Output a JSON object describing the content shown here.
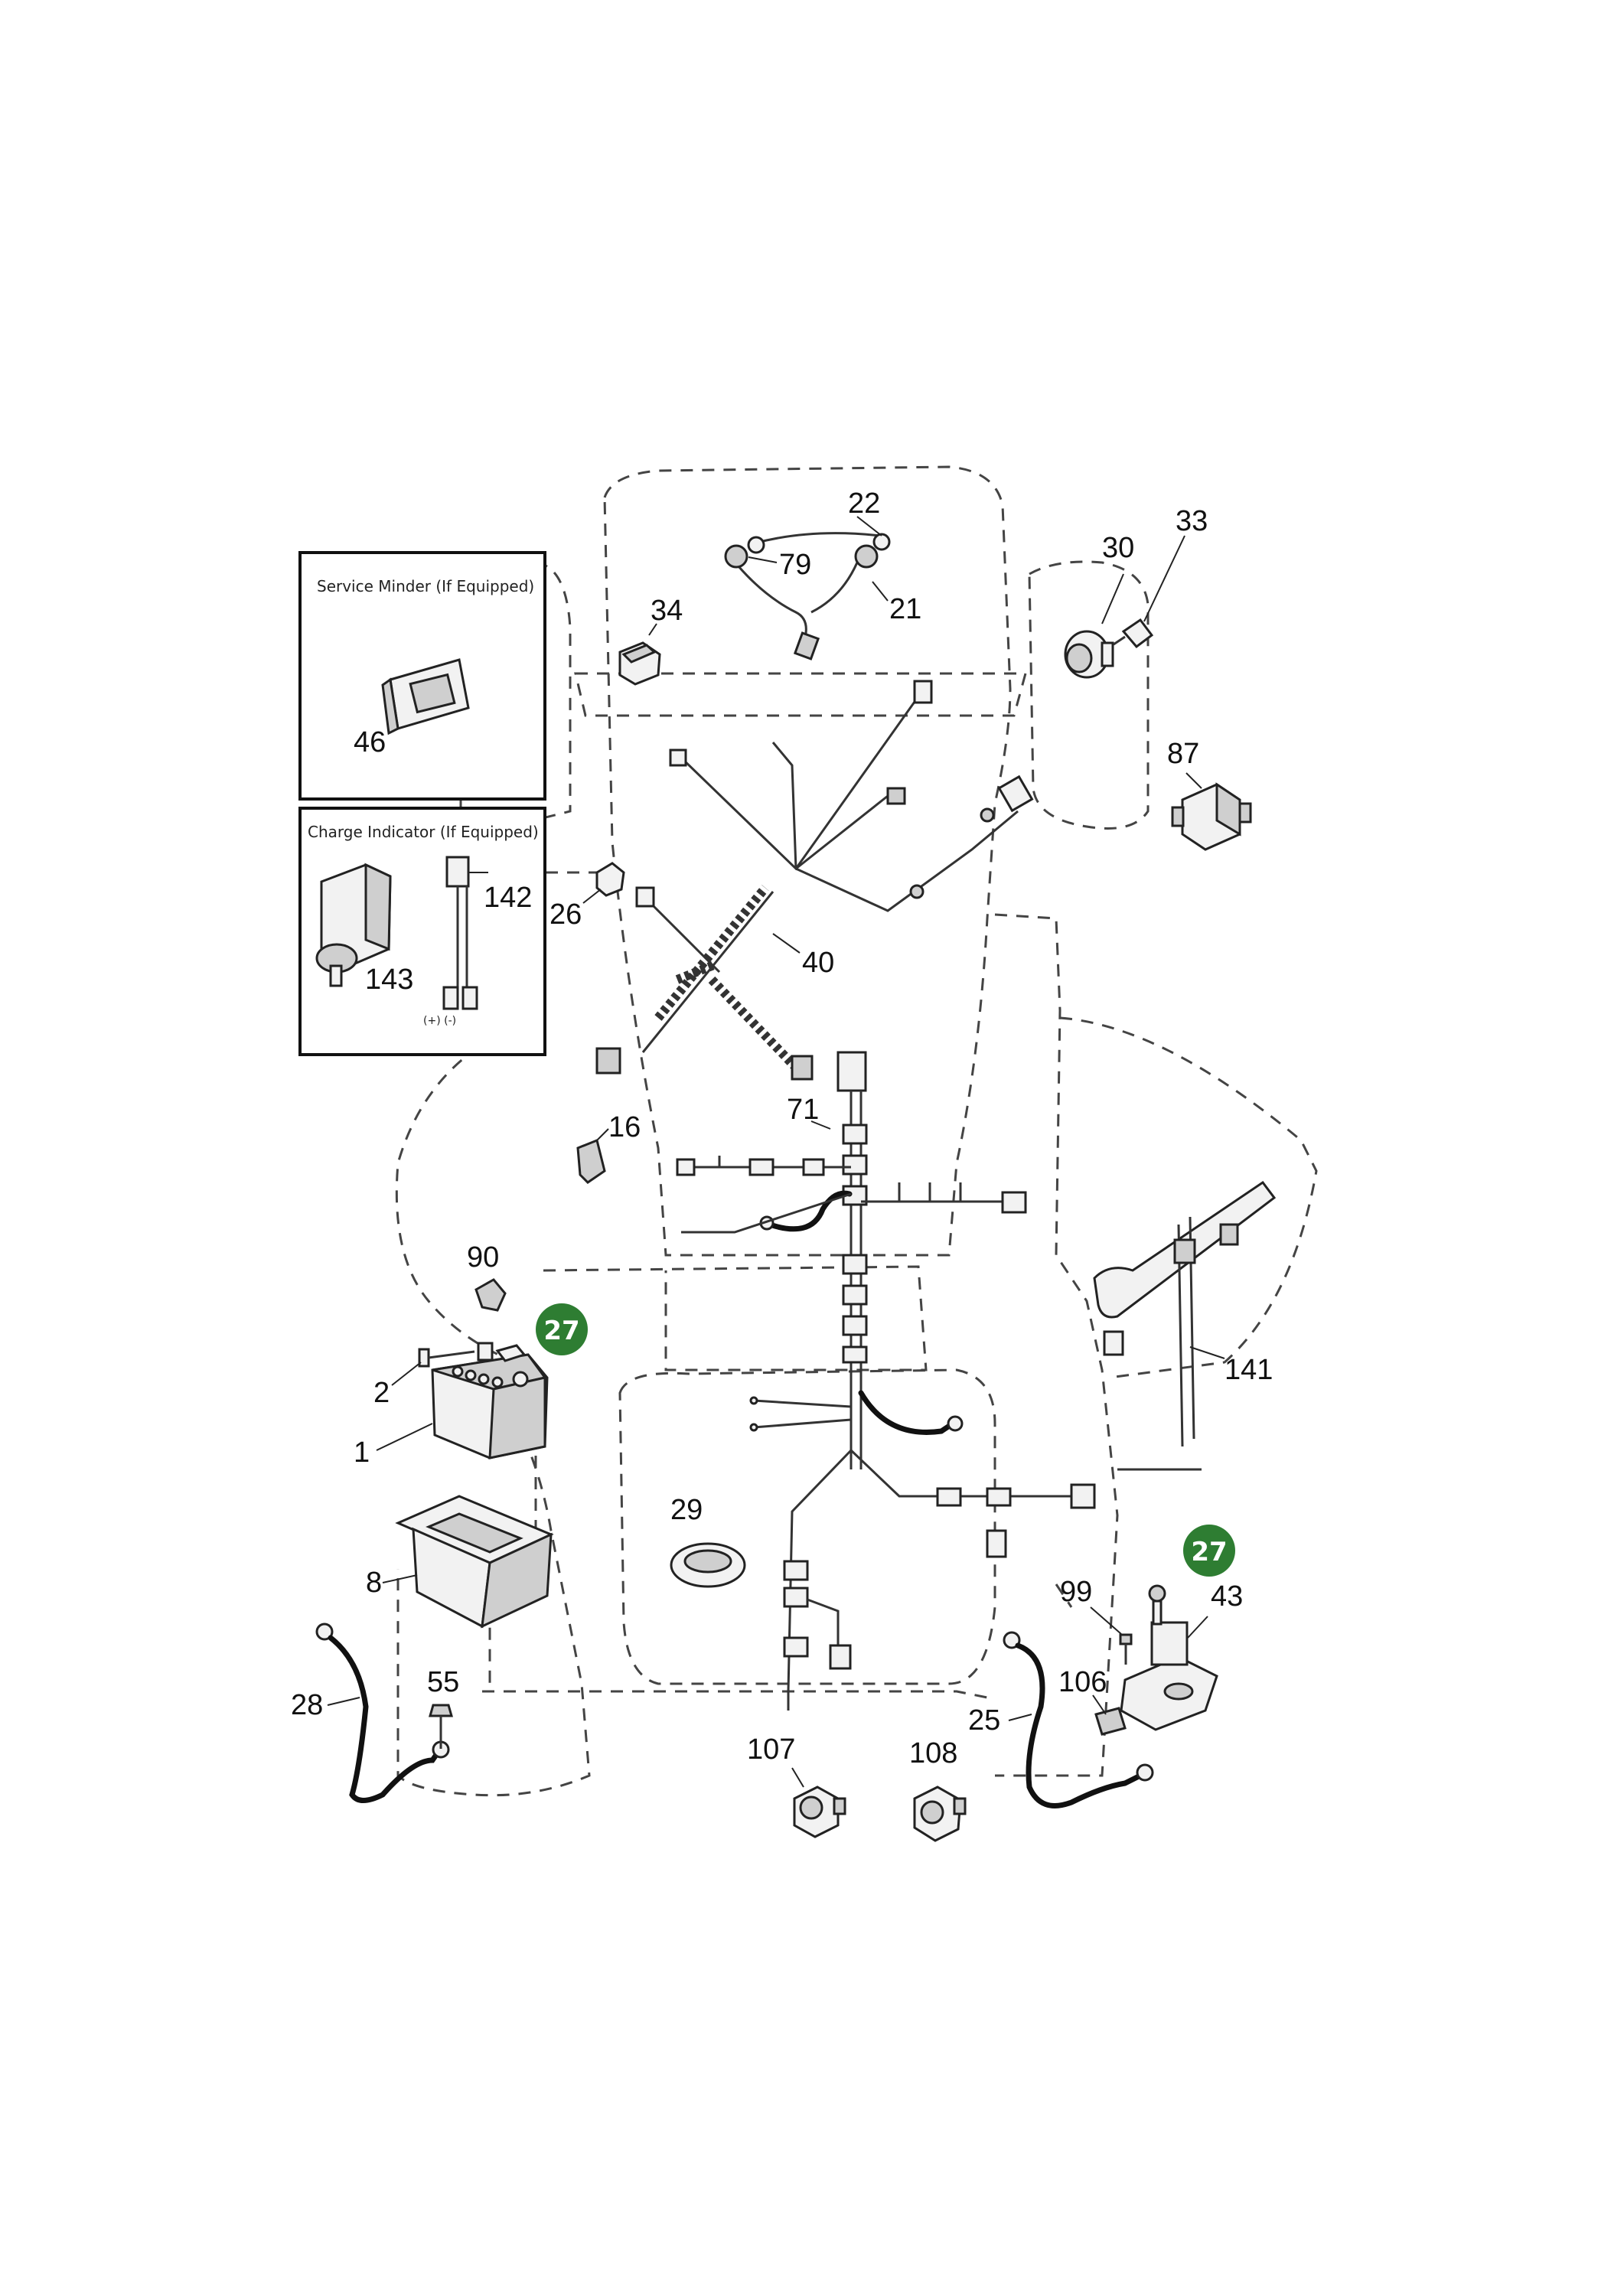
{
  "diagram": {
    "boxes": {
      "service_minder": "Service Minder (If Equipped)",
      "charge_indicator": "Charge Indicator (If Equipped)",
      "charge_terminals": "(+) (-)"
    },
    "callouts": {
      "c22": "22",
      "c79": "79",
      "c21": "21",
      "c33": "33",
      "c30": "30",
      "c34": "34",
      "c46": "46",
      "c87": "87",
      "c142": "142",
      "c26": "26",
      "c40": "40",
      "c143": "143",
      "c71": "71",
      "c16": "16",
      "c90": "90",
      "c2": "2",
      "c1": "1",
      "c141": "141",
      "c29": "29",
      "c8": "8",
      "c99": "99",
      "c43": "43",
      "c106": "106",
      "c28": "28",
      "c55": "55",
      "c25": "25",
      "c107": "107",
      "c108": "108"
    },
    "badges": {
      "b27a": "27",
      "b27b": "27"
    },
    "badge_color": "#2e7d32"
  }
}
